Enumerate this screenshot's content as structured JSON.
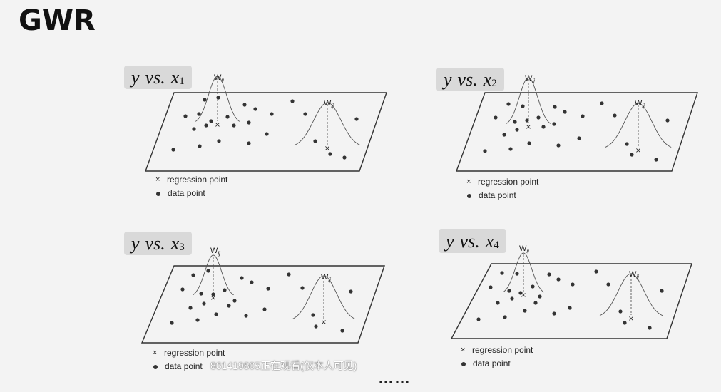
{
  "title": "GWR",
  "panels": [
    {
      "y": "y",
      "vs": "vs.",
      "x": "x",
      "sub": "1"
    },
    {
      "y": "y",
      "vs": "vs.",
      "x": "x",
      "sub": "2"
    },
    {
      "y": "y",
      "vs": "vs.",
      "x": "x",
      "sub": "3"
    },
    {
      "y": "y",
      "vs": "vs.",
      "x": "x",
      "sub": "4"
    }
  ],
  "kernel_label": "W",
  "kernel_sub": "ij",
  "legend": {
    "regression_symbol": "×",
    "regression_label": "regression point",
    "data_label": "data point"
  },
  "overlay": {
    "watermark": "861419805正在观看(仅本人可见)",
    "ellipsis": "……"
  }
}
